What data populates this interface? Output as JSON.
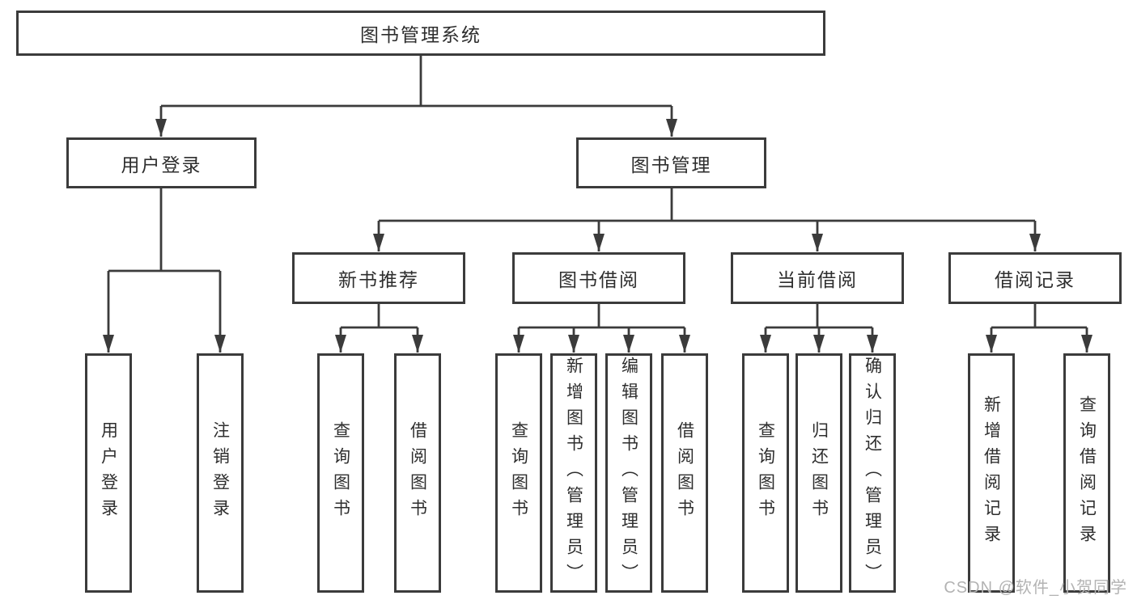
{
  "tree": {
    "label": "图书管理系统",
    "children": [
      {
        "label": "用户登录",
        "children": [
          {
            "label": "用户登录"
          },
          {
            "label": "注销登录"
          }
        ]
      },
      {
        "label": "图书管理",
        "children": [
          {
            "label": "新书推荐",
            "children": [
              {
                "label": "查询图书"
              },
              {
                "label": "借阅图书"
              }
            ]
          },
          {
            "label": "图书借阅",
            "children": [
              {
                "label": "查询图书"
              },
              {
                "label": "新增图书（管理员）"
              },
              {
                "label": "编辑图书（管理员）"
              },
              {
                "label": "借阅图书"
              }
            ]
          },
          {
            "label": "当前借阅",
            "children": [
              {
                "label": "查询图书"
              },
              {
                "label": "归还图书"
              },
              {
                "label": "确认归还（管理员）"
              }
            ]
          },
          {
            "label": "借阅记录",
            "children": [
              {
                "label": "新增借阅记录"
              },
              {
                "label": "查询借阅记录"
              }
            ]
          }
        ]
      }
    ]
  },
  "watermark": "CSDN @软件_小贺同学",
  "colors": {
    "line": "#3b3b3b",
    "box_border": "#3b3b3b",
    "text": "#2e2e2e",
    "watermark": "#b3b3b3",
    "background": "#ffffff"
  }
}
